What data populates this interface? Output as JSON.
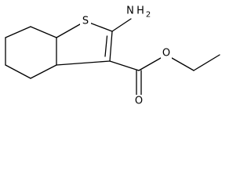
{
  "structure": {
    "labels": {
      "sulfur": "S",
      "amino_n": "N",
      "amino_h": "H",
      "amino_h_count": "2",
      "ester_o_single": "O",
      "ester_o_double": "O"
    },
    "colors": {
      "bond": "#000000",
      "label": "#000000",
      "background": "#ffffff"
    }
  }
}
